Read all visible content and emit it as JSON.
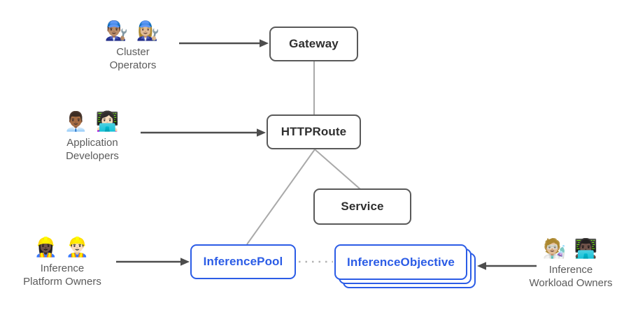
{
  "diagram": {
    "nodes": {
      "gateway": {
        "label": "Gateway",
        "kind": "gateway-api-core"
      },
      "httproute": {
        "label": "HTTPRoute",
        "kind": "gateway-api-core"
      },
      "service": {
        "label": "Service",
        "kind": "kubernetes-core"
      },
      "inference_pool": {
        "label": "InferencePool",
        "kind": "inference-extension"
      },
      "inference_objective": {
        "label": "InferenceObjective",
        "kind": "inference-extension",
        "stacked": true
      }
    },
    "actors": {
      "cluster_operators": {
        "emojis": [
          "👨🏽‍🔧",
          "👩🏼‍🔧"
        ],
        "lines": [
          "Cluster",
          "Operators"
        ],
        "points_to": "Gateway"
      },
      "application_developers": {
        "emojis": [
          "👨🏾‍💼",
          "👩🏻‍💻"
        ],
        "lines": [
          "Application",
          "Developers"
        ],
        "points_to": "HTTPRoute"
      },
      "inference_platform_owners": {
        "emojis": [
          "👷🏿‍♀️",
          "👷🏻‍♂️"
        ],
        "lines": [
          "Inference",
          "Platform Owners"
        ],
        "points_to": "InferencePool"
      },
      "inference_workload_owners": {
        "emojis": [
          "🧑🏼‍🔬",
          "👨🏿‍💻"
        ],
        "lines": [
          "Inference",
          "Workload Owners"
        ],
        "points_to": "InferenceObjective"
      }
    },
    "edges": [
      "Gateway — HTTPRoute",
      "HTTPRoute — Service",
      "HTTPRoute — InferencePool",
      "InferencePool ··· InferenceObjective"
    ],
    "colors": {
      "bg": "#ffffff",
      "core_border": "#595959",
      "core_text": "#2f2f2f",
      "extension_accent": "#2b5ce6",
      "connector": "#a9a9a9",
      "dotted_connector": "#b3b3b3",
      "arrow": "#4d4d4d",
      "actor_label": "#5b5b5b"
    }
  }
}
